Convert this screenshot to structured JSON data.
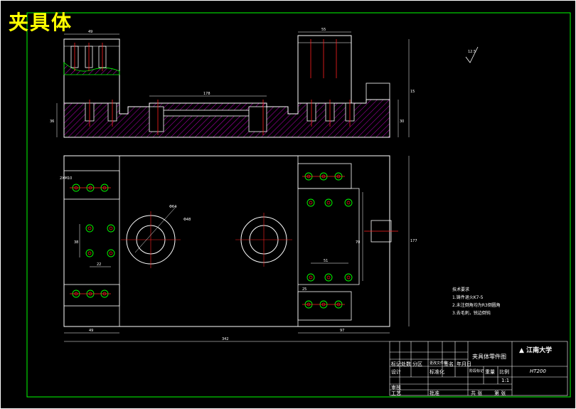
{
  "drawing_title": "夹具体",
  "part_name": "夹具体零件图",
  "school": "江南大学",
  "material": "HT200",
  "scale": "1:1",
  "roughness_label": "12.5",
  "tech_requirements": {
    "heading": "技术要求",
    "items": [
      "1.铸件退火K7-5",
      "2.未注倒角均为R3倒圆角",
      "3.去毛刺，锐边倒钝"
    ]
  },
  "title_block_labels": {
    "designer": "设计",
    "check": "审核",
    "process": "工艺",
    "standard": "标准化",
    "approve": "批准",
    "marks": "标记",
    "count": "处数",
    "zone": "分区",
    "change_doc": "更改文件号",
    "signature": "签名",
    "date": "年月日",
    "stage_mark": "阶段标记",
    "weight": "重量",
    "ratio": "比例",
    "sheets": "共 张",
    "sheet_no": "第 张"
  },
  "dimensions": {
    "top_span": "178",
    "right_height": "15",
    "total_width": "342",
    "left_width": "49",
    "right_width": "97",
    "plan_height": "177",
    "top_left_w": "49",
    "top_right_w": "55",
    "hole_left": "Φ64",
    "hole_right": "Φ48",
    "small_holes": "2XM10",
    "pitch_a": "22",
    "pitch_b": "51",
    "pitch_c": "25",
    "vert_a": "38",
    "vert_b": "70",
    "side_left": "36",
    "side_right": "30"
  }
}
